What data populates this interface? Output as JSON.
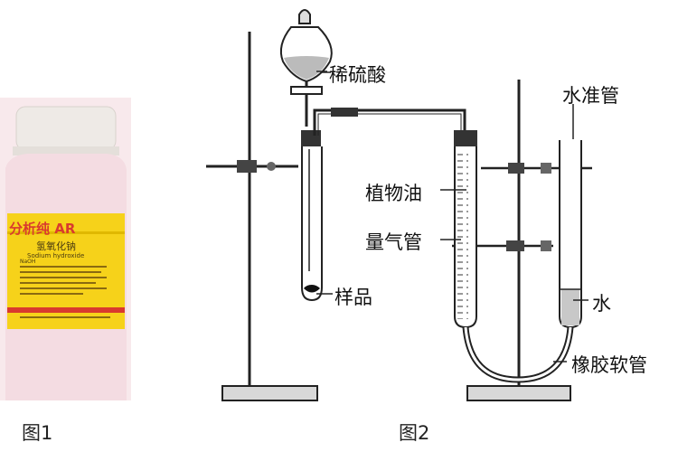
{
  "figure1": {
    "caption": "图1",
    "bottle": {
      "grade": "分析纯 AR",
      "name_cn": "氢氧化钠",
      "name_en": "Sodium hydroxide",
      "formula": "NaOH",
      "colors": {
        "cap": "#f3f0ec",
        "body": "#f5dfe4",
        "label": "#f6d21a",
        "band": "#d93a2e"
      }
    }
  },
  "figure2": {
    "caption": "图2",
    "labels": {
      "acid": "稀硫酸",
      "sample": "样品",
      "oil": "植物油",
      "gas_tube": "量气管",
      "water_tube": "水准管",
      "water": "水",
      "hose": "橡胶软管"
    }
  }
}
